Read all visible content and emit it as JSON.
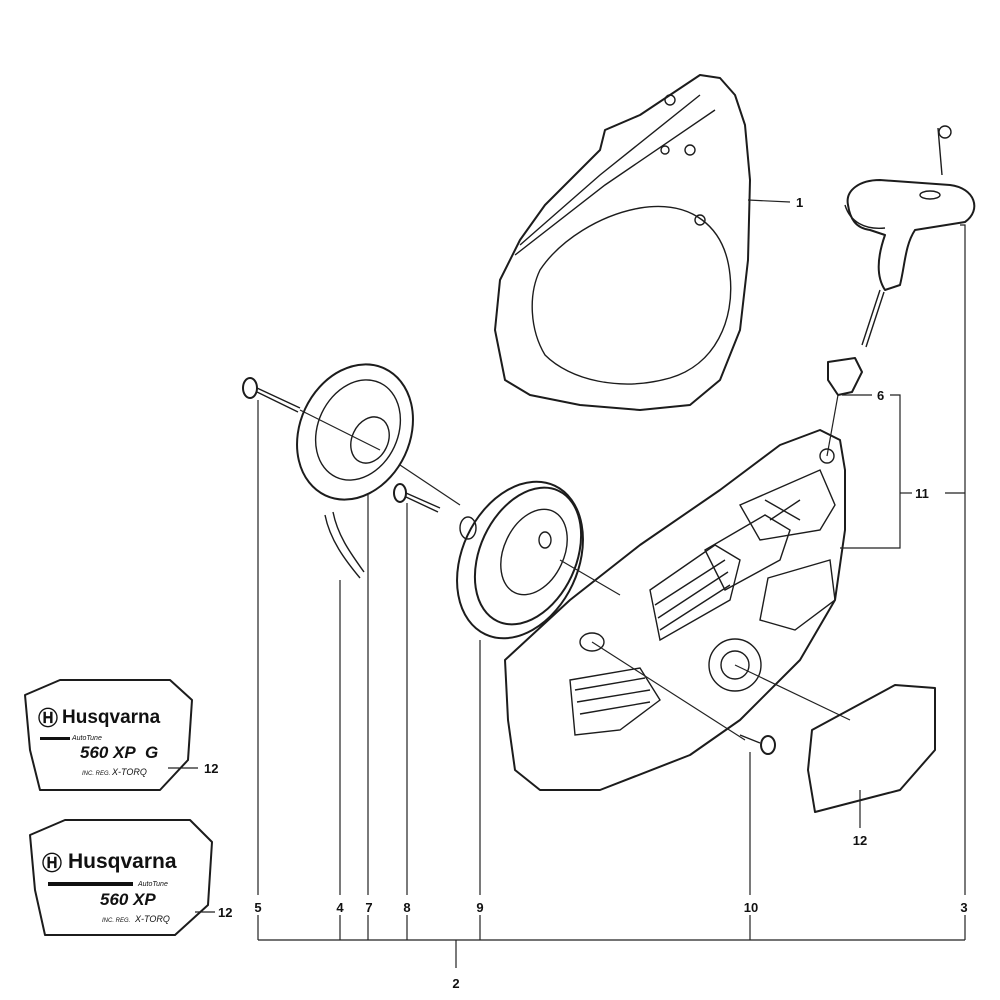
{
  "callouts": {
    "c1": "1",
    "c2": "2",
    "c3": "3",
    "c4": "4",
    "c5": "5",
    "c6": "6",
    "c7": "7",
    "c8": "8",
    "c9": "9",
    "c10": "10",
    "c11": "11",
    "c12a": "12",
    "c12b": "12",
    "c12c": "12"
  },
  "decals": {
    "top": {
      "brand": "Husqvarna",
      "subbrand": "AutoTune",
      "model": "560 XP",
      "suffix": "G",
      "footer_small": "INC. REG.",
      "footer": "X-TORQ"
    },
    "bottom": {
      "brand": "Husqvarna",
      "subbrand": "AutoTune",
      "model": "560 XP",
      "footer_small": "INC. REG.",
      "footer": "X-TORQ"
    }
  }
}
